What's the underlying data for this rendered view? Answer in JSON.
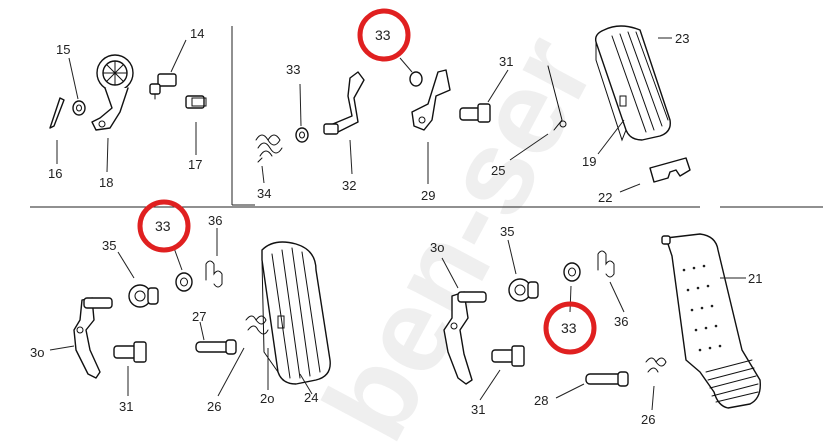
{
  "watermark": "ben-ser",
  "labels": {
    "p14": "14",
    "p15": "15",
    "p16": "16",
    "p17": "17",
    "p18": "18",
    "p33_top_circled": "33",
    "p33_top_plain": "33",
    "p34": "34",
    "p32": "32",
    "p31_top": "31",
    "p29": "29",
    "p25": "25",
    "p23": "23",
    "p19": "19",
    "p22": "22",
    "p33_left_circled": "33",
    "p35_left": "35",
    "p36_left": "36",
    "p3o_left": "3o",
    "p31_left": "31",
    "p27": "27",
    "p26_left": "26",
    "p2o": "2o",
    "p24": "24",
    "p3o_right": "3o",
    "p35_right": "35",
    "p33_right_circled": "33",
    "p36_right": "36",
    "p31_right": "31",
    "p28": "28",
    "p26_right": "26",
    "p21": "21"
  },
  "colors": {
    "highlight": "#e02020",
    "line": "#111111",
    "watermark": "#dcdcdc"
  }
}
